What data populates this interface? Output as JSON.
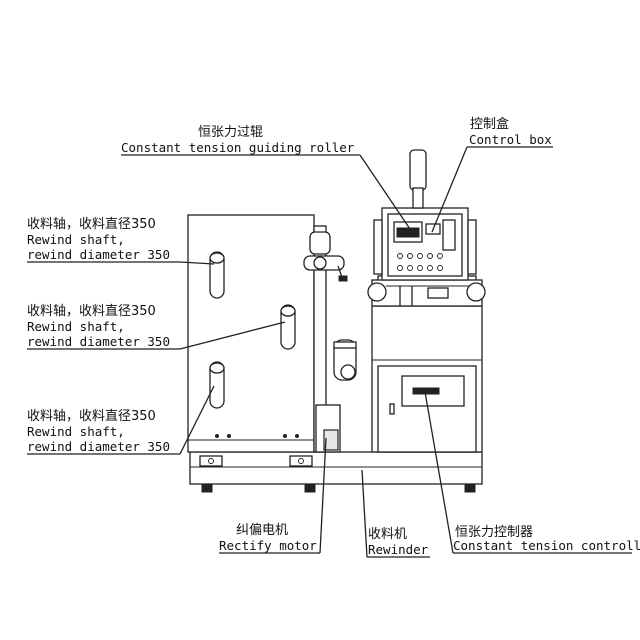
{
  "labels": {
    "guide_roller_cn": "恒张力过辊",
    "guide_roller_en": "Constant tension guiding roller",
    "control_box_cn": "控制盒",
    "control_box_en": "Control box",
    "shaft_top_cn": "收料轴，收料直径350",
    "shaft_top_en1": "Rewind shaft,",
    "shaft_top_en2": "rewind diameter 350",
    "shaft_mid_cn": "收料轴，收料直径350",
    "shaft_mid_en1": "Rewind shaft,",
    "shaft_mid_en2": "rewind diameter 350",
    "shaft_bot_cn": "收料轴，收料直径350",
    "shaft_bot_en1": "Rewind shaft,",
    "shaft_bot_en2": "rewind diameter 350",
    "rectify_cn": "纠偏电机",
    "rectify_en": "Rectify motor",
    "rewinder_cn": "收料机",
    "rewinder_en": "Rewinder",
    "controller_cn": "恒张力控制器",
    "controller_en": "Constant tension controller"
  },
  "colors": {
    "line": "#222222",
    "background": "#ffffff"
  }
}
